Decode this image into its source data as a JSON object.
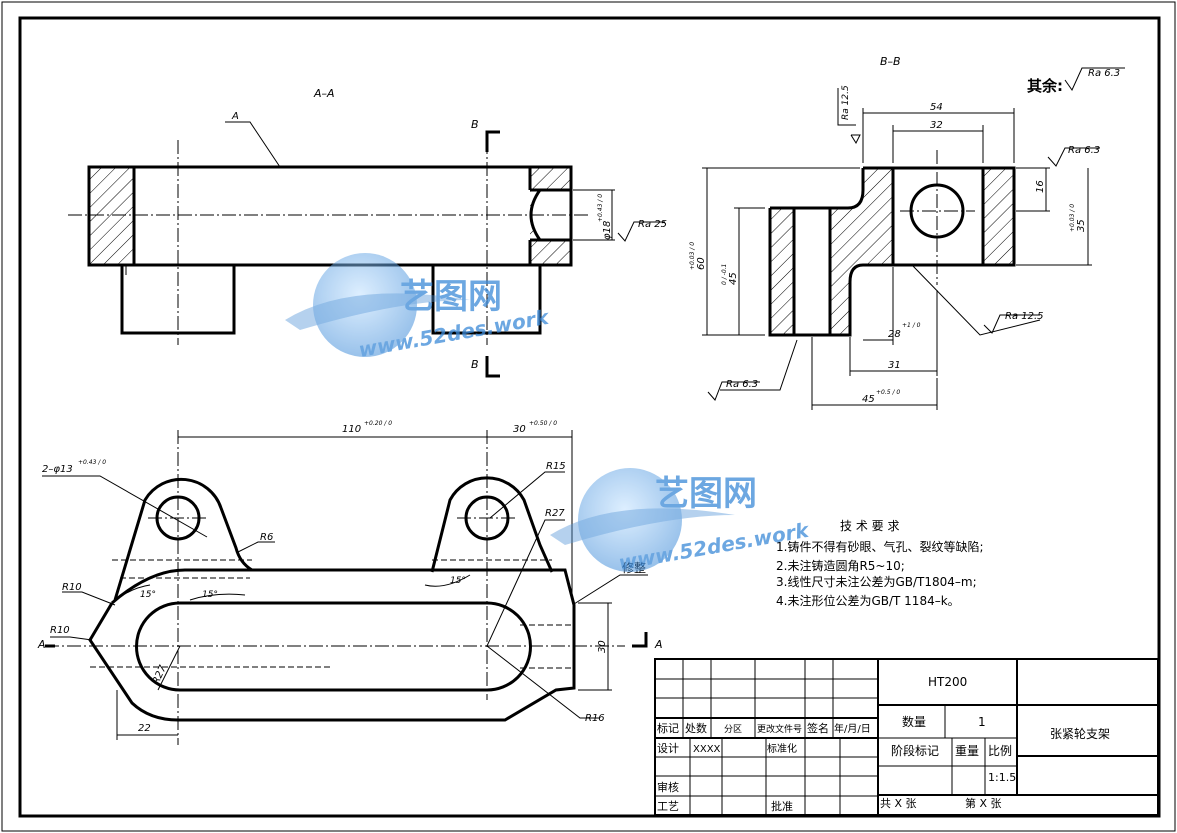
{
  "views": {
    "section_aa": "A–A",
    "section_bb": "B–B",
    "marker_a": "A",
    "marker_b": "B"
  },
  "roughness": {
    "rest_label": "其余:",
    "rest_value": "Ra 6.3",
    "ra25": "Ra 25",
    "ra125": "Ra 12.5",
    "ra63": "Ra 6.3"
  },
  "dims": {
    "d54": "54",
    "d32": "32",
    "d16": "16",
    "d35": "35",
    "d35_tol": "+0.03 / 0",
    "d60": "60",
    "d60_tol": "+0.03 / 0",
    "d45": "45",
    "d45_tol": "0 / -0.1",
    "d28": "28",
    "d28_tol": "+1 / 0",
    "d31": "31",
    "d45b": "45",
    "d45b_tol": "+0.5 / 0",
    "phi18": "φ18",
    "phi18_tol": "+0.43 / 0",
    "d110": "110",
    "d110_tol": "+0.20 / 0",
    "d30": "30",
    "d30_tol": "+0.50 / 0",
    "holes": "2–φ13",
    "holes_tol": "+0.43 / 0",
    "r15": "R15",
    "r27": "R27",
    "r6": "R6",
    "r10a": "R10",
    "r10b": "R10",
    "r27b": "R27",
    "r16": "R16",
    "a15a": "15°",
    "a15b": "15°",
    "a15c": "15°",
    "d30v": "30",
    "d22": "22",
    "trim": "修整"
  },
  "tech": {
    "title": "技 术 要 求",
    "items": [
      "1.铸件不得有砂眼、气孔、裂纹等缺陷;",
      "2.未注铸造圆角R5~10;",
      "3.线性尺寸未注公差为GB/T1804–m;",
      "4.未注形位公差为GB/T 1184–k。"
    ]
  },
  "title_block": {
    "material": "HT200",
    "part_name": "张紧轮支架",
    "qty_label": "数量",
    "qty_value": "1",
    "stage_label": "阶段标记",
    "weight_label": "重量",
    "scale_label": "比例",
    "scale_value": "1:1.5",
    "mark": "标记",
    "count": "处数",
    "zone": "分区",
    "change_doc": "更改文件号",
    "sign": "签名",
    "date": "年/月/日",
    "design": "设计",
    "designer": "XXXX",
    "standard": "标准化",
    "review": "审核",
    "process": "工艺",
    "approve": "批准",
    "total": "共  X  张",
    "sheet": "第  X  张"
  },
  "watermark": {
    "brand": "艺图网",
    "url": "www.52des.work"
  }
}
